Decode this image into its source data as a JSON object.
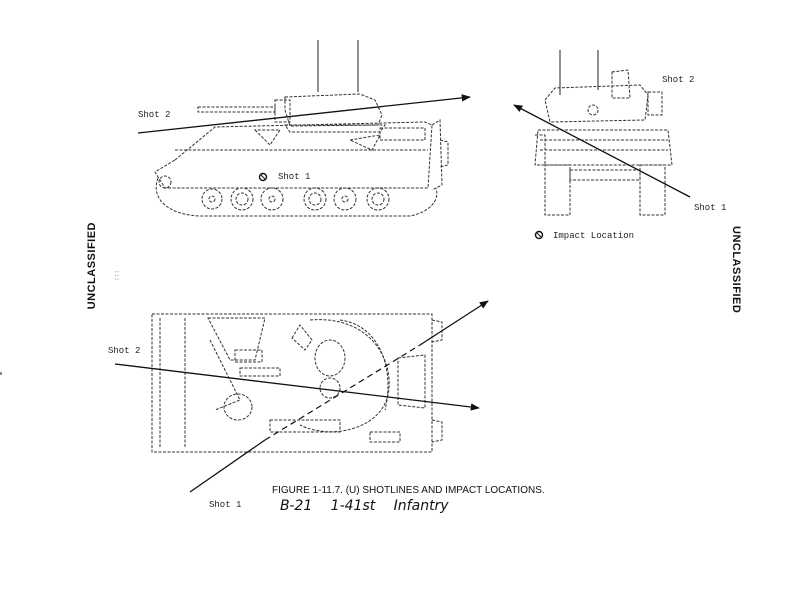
{
  "classification": {
    "left": "UNCLASSIFIED",
    "right": "UNCLASSIFIED"
  },
  "side_view": {
    "shot2_label": "Shot 2",
    "shot1_label": "Shot 1"
  },
  "front_view": {
    "shot2_label": "Shot 2",
    "shot1_label": "Shot 1",
    "legend_label": "Impact Location",
    "legend_icon": "impact-marker-icon"
  },
  "top_view": {
    "shot2_label": "Shot 2",
    "shot1_label": "Shot 1"
  },
  "caption": "FIGURE 1-11.7.  (U)  SHOTLINES AND IMPACT LOCATIONS.",
  "handwritten_note": "B-21  1-41st Infantry"
}
